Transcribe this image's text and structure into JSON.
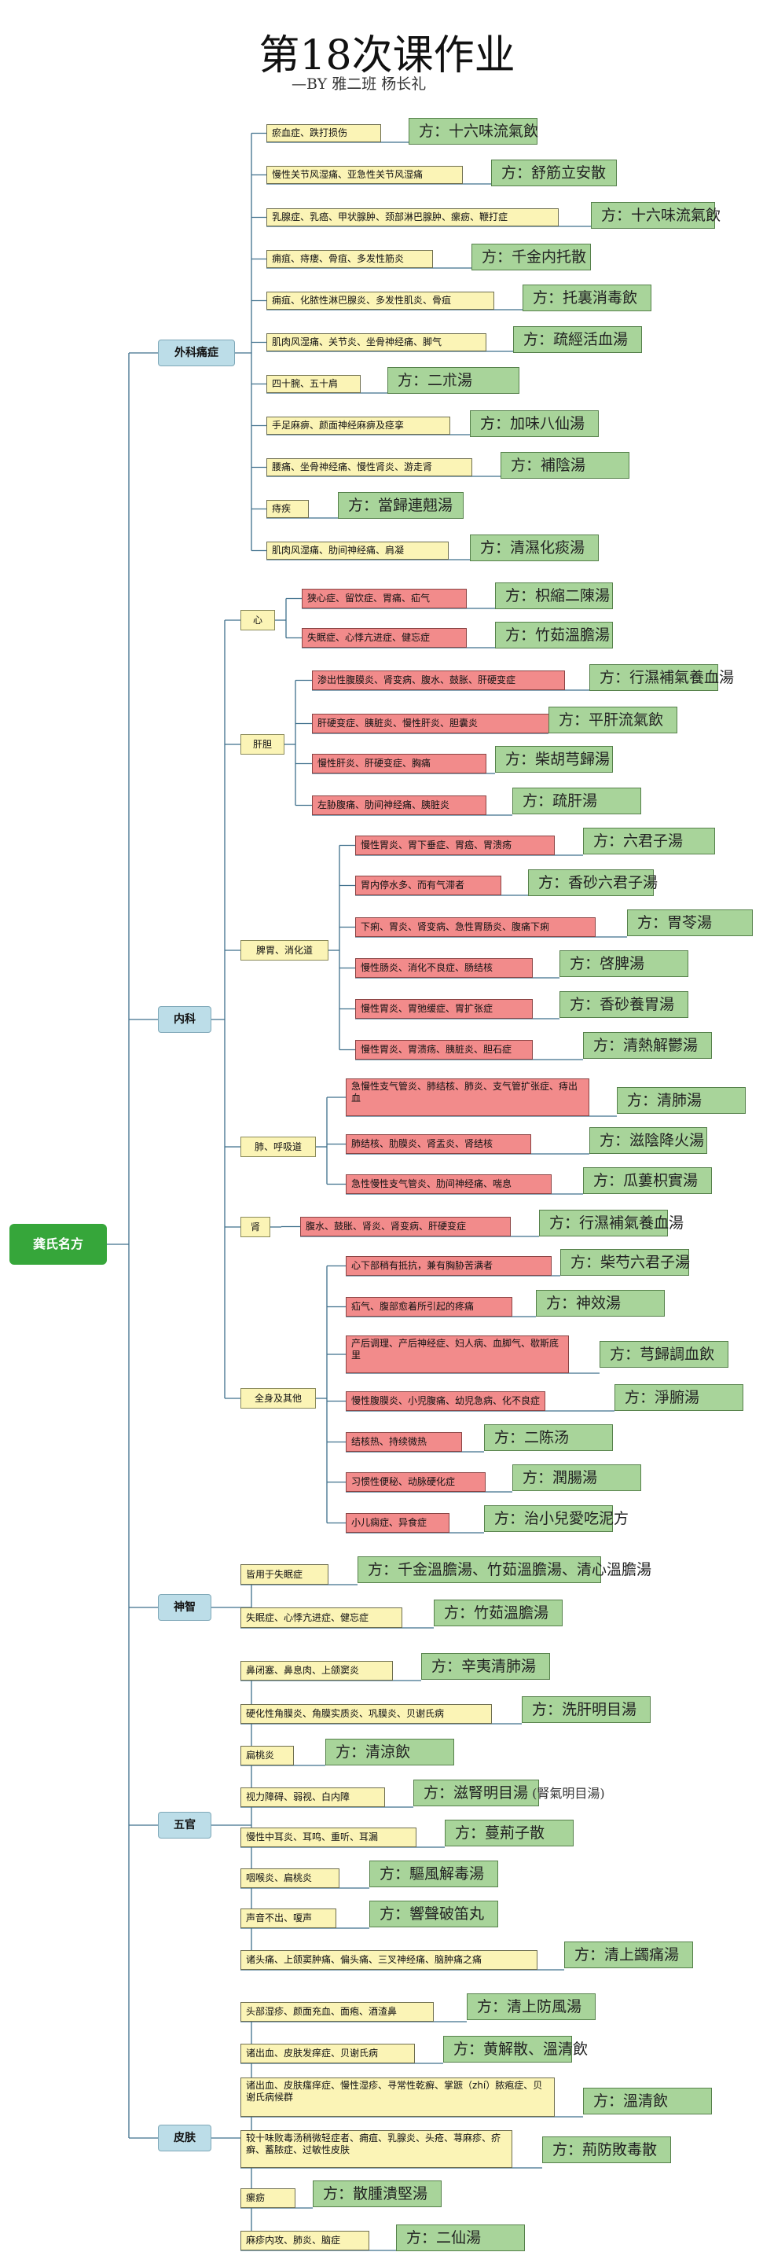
{
  "title": "第18次课作业",
  "subtitle": "—BY 雅二班 杨长礼",
  "root": "龚氏名方",
  "prefix": "方：",
  "colors": {
    "root": "#36a63a",
    "category": "#bcdde8",
    "yellow": "#fbf4b6",
    "red": "#f28b8b",
    "green": "#a8d49a",
    "line": "#3f6f8c"
  },
  "categories": {
    "waike": {
      "label": "外科痛症",
      "items": [
        {
          "cond": "瘀血症、跌打损伤",
          "rx": "十六味流氣飲"
        },
        {
          "cond": "慢性关节风湿痛、亚急性关节风湿痛",
          "rx": "舒筋立安散"
        },
        {
          "cond": "乳腺症、乳癌、甲状腺肿、颈部淋巴腺肿、瘰疬、鞭打症",
          "rx": "十六味流氣飲"
        },
        {
          "cond": "痈疽、痔瘘、骨疽、多发性筋炎",
          "rx": "千金内托散"
        },
        {
          "cond": "痈疽、化脓性淋巴腺炎、多发性肌炎、骨疽",
          "rx": "托裏消毒飲"
        },
        {
          "cond": "肌肉风湿痛、关节炎、坐骨神经痛、脚气",
          "rx": "疏經活血湯"
        },
        {
          "cond": "四十腕、五十肩",
          "rx": "二朮湯"
        },
        {
          "cond": "手足麻痹、颜面神经麻痹及痉挛",
          "rx": "加味八仙湯"
        },
        {
          "cond": "腰痛、坐骨神经痛、慢性肾炎、游走肾",
          "rx": "補陰湯"
        },
        {
          "cond": "痔疾",
          "rx": "當歸連翹湯"
        },
        {
          "cond": "肌肉风湿痛、肋间神经痛、肩凝",
          "rx": "清濕化痰湯"
        }
      ]
    },
    "neike": {
      "label": "内科",
      "groups": {
        "xin": {
          "label": "心",
          "items": [
            {
              "cond": "狭心症、留饮症、胃痛、疝气",
              "rx": "枳縮二陳湯"
            },
            {
              "cond": "失眠症、心悸亢进症、健忘症",
              "rx": "竹茹溫膽湯"
            }
          ]
        },
        "gandan": {
          "label": "肝胆",
          "items": [
            {
              "cond": "渗出性腹膜炎、肾变病、腹水、鼓胀、肝硬变症",
              "rx": "行濕補氣養血湯"
            },
            {
              "cond": "肝硬变症、胰脏炎、慢性肝炎、胆囊炎",
              "rx": "平肝流氣飲"
            },
            {
              "cond": "慢性肝炎、肝硬变症、胸痛",
              "rx": "柴胡芎歸湯"
            },
            {
              "cond": "左胁腹痛、肋间神经痛、胰脏炎",
              "rx": "疏肝湯"
            }
          ]
        },
        "piwei": {
          "label": "脾胃、消化道",
          "items": [
            {
              "cond": "慢性胃炎、胃下垂症、胃癌、胃溃疡",
              "rx": "六君子湯"
            },
            {
              "cond": "胃内停水多、而有气滞者",
              "rx": "香砂六君子湯"
            },
            {
              "cond": "下痢、胃炎、肾变病、急性胃肠炎、腹痛下痢",
              "rx": "胃苓湯"
            },
            {
              "cond": "慢性肠炎、消化不良症、肠结核",
              "rx": "啓脾湯"
            },
            {
              "cond": "慢性胃炎、胃弛缓症、胃扩张症",
              "rx": "香砂養胃湯"
            },
            {
              "cond": "慢性胃炎、胃溃疡、胰脏炎、胆石症",
              "rx": "清熱解鬱湯"
            }
          ]
        },
        "fei": {
          "label": "肺、呼吸道",
          "items": [
            {
              "cond": "急慢性支气管炎、肺结核、肺炎、支气管扩张症、痔出血",
              "rx": "清肺湯"
            },
            {
              "cond": "肺结核、肋膜炎、肾盂炎、肾结核",
              "rx": "滋陰降火湯"
            },
            {
              "cond": "急性慢性支气管炎、肋间神经痛、喘息",
              "rx": "瓜蔞枳實湯"
            }
          ]
        },
        "shen": {
          "label": "肾",
          "items": [
            {
              "cond": "腹水、鼓胀、肾炎、肾变病、肝硬变症",
              "rx": "行濕補氣養血湯"
            }
          ]
        },
        "quanshen": {
          "label": "全身及其他",
          "items": [
            {
              "cond": "心下部稍有抵抗，兼有胸胁苦满者",
              "rx": "柴芍六君子湯"
            },
            {
              "cond": "疝气、腹部愈着所引起的疼痛",
              "rx": "神效湯"
            },
            {
              "cond": "产后调理、产后神经症、妇人病、血脚气、歇斯底里",
              "rx": "芎歸調血飲"
            },
            {
              "cond": "慢性腹膜炎、小児腹痛、幼児急病、化不良症",
              "rx": "淨腑湯"
            },
            {
              "cond": "结核热、持续微热",
              "rx": "二陈汤"
            },
            {
              "cond": "习惯性便秘、动脉硬化症",
              "rx": "潤腸湯"
            },
            {
              "cond": "小儿痫症、异食症",
              "rx": "治小兒愛吃泥方"
            }
          ]
        }
      }
    },
    "shenzhi": {
      "label": "神智",
      "items": [
        {
          "cond": "皆用于失眠症",
          "rx": "千金溫膽湯、竹茹溫膽湯、清心溫膽湯"
        },
        {
          "cond": "失眠症、心悸亢进症、健忘症",
          "rx": "竹茹溫膽湯"
        }
      ]
    },
    "wuguan": {
      "label": "五官",
      "items": [
        {
          "cond": "鼻闭塞、鼻息肉、上颌窦炎",
          "rx": "辛夷清肺湯",
          "extra": ""
        },
        {
          "cond": "硬化性角膜炎、角膜实质炎、巩膜炎、贝谢氏病",
          "rx": "洗肝明目湯",
          "extra": ""
        },
        {
          "cond": "扁桃炎",
          "rx": "清涼飲",
          "extra": ""
        },
        {
          "cond": "视力障碍、弱视、白内障",
          "rx": "滋腎明目湯",
          "extra": "(腎氣明目湯)"
        },
        {
          "cond": "慢性中耳炎、耳鸣、重听、耳漏",
          "rx": "蔓荊子散",
          "extra": ""
        },
        {
          "cond": "咽喉炎、扁桃炎",
          "rx": "驅風解毒湯",
          "extra": ""
        },
        {
          "cond": "声音不出、嗄声",
          "rx": "響聲破笛丸",
          "extra": ""
        },
        {
          "cond": "诸头痛、上颌窦肿痛、偏头痛、三叉神经痛、脑肿痛之痛",
          "rx": "清上蠲痛湯",
          "extra": ""
        }
      ]
    },
    "pifu": {
      "label": "皮肤",
      "items": [
        {
          "cond": "头部湿疹、颜面充血、面疱、酒渣鼻",
          "rx": "清上防風湯"
        },
        {
          "cond": "诸出血、皮肤发痒症、贝谢氏病",
          "rx": "黄解散、溫清飲"
        },
        {
          "cond": "诸出血、皮肤瘙痒症、慢性湿疹、寻常性乾癬、掌蹠（zhí）脓疱症、贝谢氏病候群",
          "rx": "溫清飲"
        },
        {
          "cond": "较十味败毒汤稍微轻症者、痈疽、乳腺炎、头疮、荨麻疹、疥癣、蓄脓症、过敏性皮肤",
          "rx": "荊防敗毒散"
        },
        {
          "cond": "瘰疬",
          "rx": "散腫潰堅湯"
        },
        {
          "cond": "麻疹内攻、肺炎、脑症",
          "rx": "二仙湯"
        }
      ]
    }
  }
}
